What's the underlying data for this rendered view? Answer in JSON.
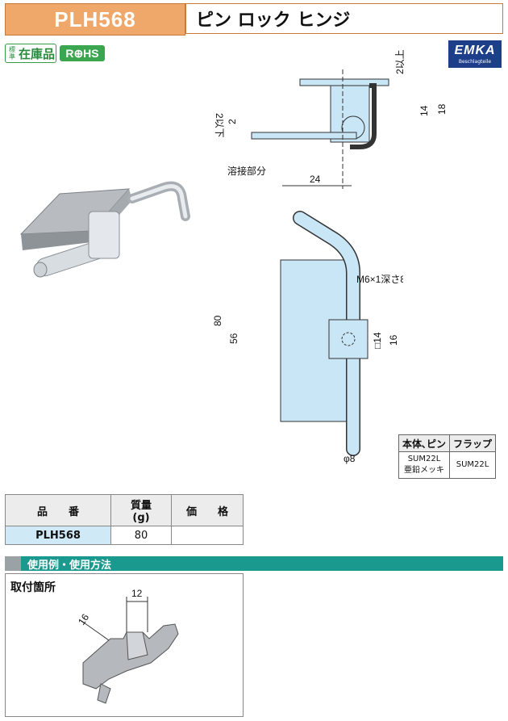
{
  "header": {
    "product_code": "PLH568",
    "product_name": "ピン ロック ヒンジ"
  },
  "badges": {
    "stock_small": "標準",
    "stock_big": "在庫品",
    "rohs": "R⊕HS"
  },
  "brand": {
    "name": "EMKA",
    "tagline": "Beschlagteile"
  },
  "drawing": {
    "side_labels": {
      "top_2": "2以上",
      "left_2": "2以下",
      "d2": "2",
      "d14": "14",
      "d18": "18",
      "d24": "24",
      "weld": "溶接部分"
    },
    "front_labels": {
      "d80": "80",
      "d56": "56",
      "thread": "M6×1深さ8",
      "d16": "16",
      "d14sq": "□14",
      "phi8": "φ8"
    }
  },
  "materials": {
    "headers": [
      "本体､ピン",
      "フラップ"
    ],
    "rows": [
      {
        "body_line1": "SUM22L",
        "body_line2": "亜鉛メッキ",
        "flap": "SUM22L"
      }
    ]
  },
  "spec_table": {
    "headers": {
      "code": "品　　番",
      "weight_line1": "質量",
      "weight_line2": "(g)",
      "price": "価　　格"
    },
    "rows": [
      {
        "code": "PLH568",
        "weight": "80",
        "price": ""
      }
    ]
  },
  "usage": {
    "section_title": "使用例・使用方法",
    "mount_label": "取付箇所",
    "d12": "12",
    "d16": "16"
  },
  "colors": {
    "header_orange": "#f0a86a",
    "teal": "#1a9a8e",
    "part_blue": "#c9e6f7",
    "code_cell": "#cfe9f7"
  }
}
